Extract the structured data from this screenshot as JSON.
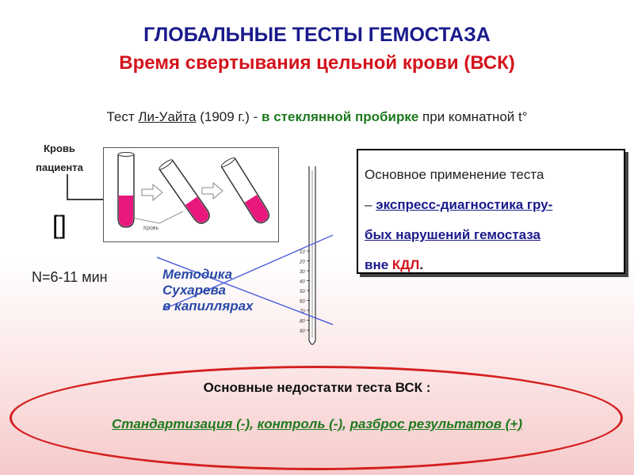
{
  "title": "ГЛОБАЛЬНЫЕ ТЕСТЫ ГЕМОСТАЗА",
  "subtitle": "Время свертывания цельной крови (ВСК)",
  "test_line": {
    "prefix": "Тест ",
    "name": "Ли-Уайта",
    "year": " (1909 г.) - ",
    "method": "в стеклянной пробирке",
    "suffix": " при комнатной t°"
  },
  "blood_label": [
    "Кровь",
    "пациента"
  ],
  "tube_caption": "Кровь",
  "bracket": "[]",
  "norm": "N=6-11 мин",
  "sukharev": [
    "Методика",
    "Сухарева",
    "в капиллярах"
  ],
  "capillary_ticks": [
    "10",
    "20",
    "30",
    "40",
    "50",
    "60",
    "70",
    "80",
    "90"
  ],
  "application": {
    "line1": "Основное применение теста",
    "dash": "– ",
    "line2a": "экспресс-диагностика ",
    "line2b": "гру-",
    "line3": "бых нарушений гемостаза",
    "line4a": "вне ",
    "line4b": "КДЛ",
    "line4c": "."
  },
  "drawbacks_title": "Основные недостатки теста ВСК :",
  "drawbacks": {
    "item1": "Стандартизация (-)",
    "sep1": ", ",
    "item2": "контроль (-)",
    "sep2": ", ",
    "item3": "разброс результатов (+)"
  },
  "colors": {
    "title": "#1a1a8c",
    "subtitle": "#d4141c",
    "method_green": "#1e7a1e",
    "blood_pink": "#e8187c",
    "cross_line": "#5566dd",
    "ellipse": "#d42020"
  }
}
